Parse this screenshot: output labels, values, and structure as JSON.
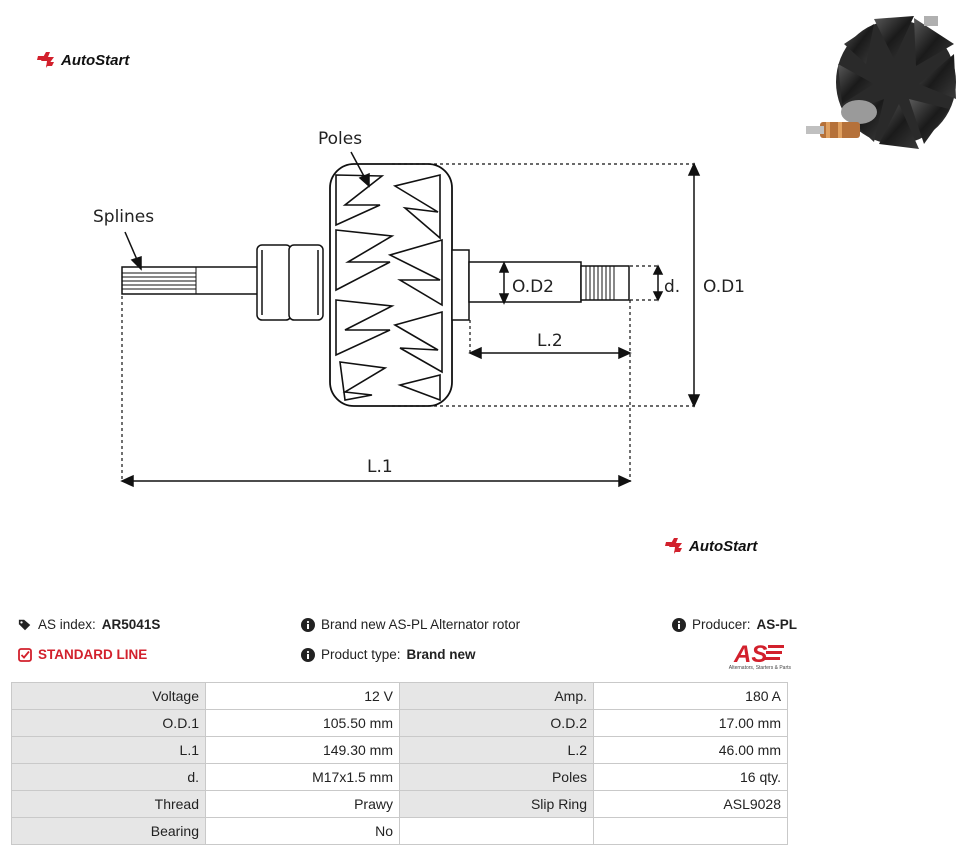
{
  "brand": {
    "name": "AutoStart"
  },
  "diagram": {
    "labels": {
      "poles": "Poles",
      "splines": "Splines",
      "od2": "O.D2",
      "d": "d.",
      "od1": "O.D1",
      "l2": "L.2",
      "l1": "L.1"
    }
  },
  "info": {
    "as_index_label": "AS index:",
    "as_index_value": "AR5041S",
    "standard_line": "STANDARD LINE",
    "description": "Brand new AS-PL Alternator rotor",
    "product_type_label": "Product type:",
    "product_type_value": "Brand new",
    "producer_label": "Producer:",
    "producer_value": "AS-PL",
    "as_logo_text": "AS",
    "as_logo_tagline": "Alternators, Starters & Parts"
  },
  "specs": [
    {
      "k1": "Voltage",
      "v1": "12 V",
      "k2": "Amp.",
      "v2": "180 A"
    },
    {
      "k1": "O.D.1",
      "v1": "105.50 mm",
      "k2": "O.D.2",
      "v2": "17.00 mm"
    },
    {
      "k1": "L.1",
      "v1": "149.30 mm",
      "k2": "L.2",
      "v2": "46.00 mm"
    },
    {
      "k1": "d.",
      "v1": "M17x1.5 mm",
      "k2": "Poles",
      "v2": "16 qty."
    },
    {
      "k1": "Thread",
      "v1": "Prawy",
      "k2": "Slip Ring",
      "v2": "ASL9028"
    },
    {
      "k1": "Bearing",
      "v1": "No",
      "k2": "",
      "v2": ""
    }
  ],
  "colors": {
    "brand_red": "#d2202c",
    "table_key_bg": "#e6e6e6"
  }
}
